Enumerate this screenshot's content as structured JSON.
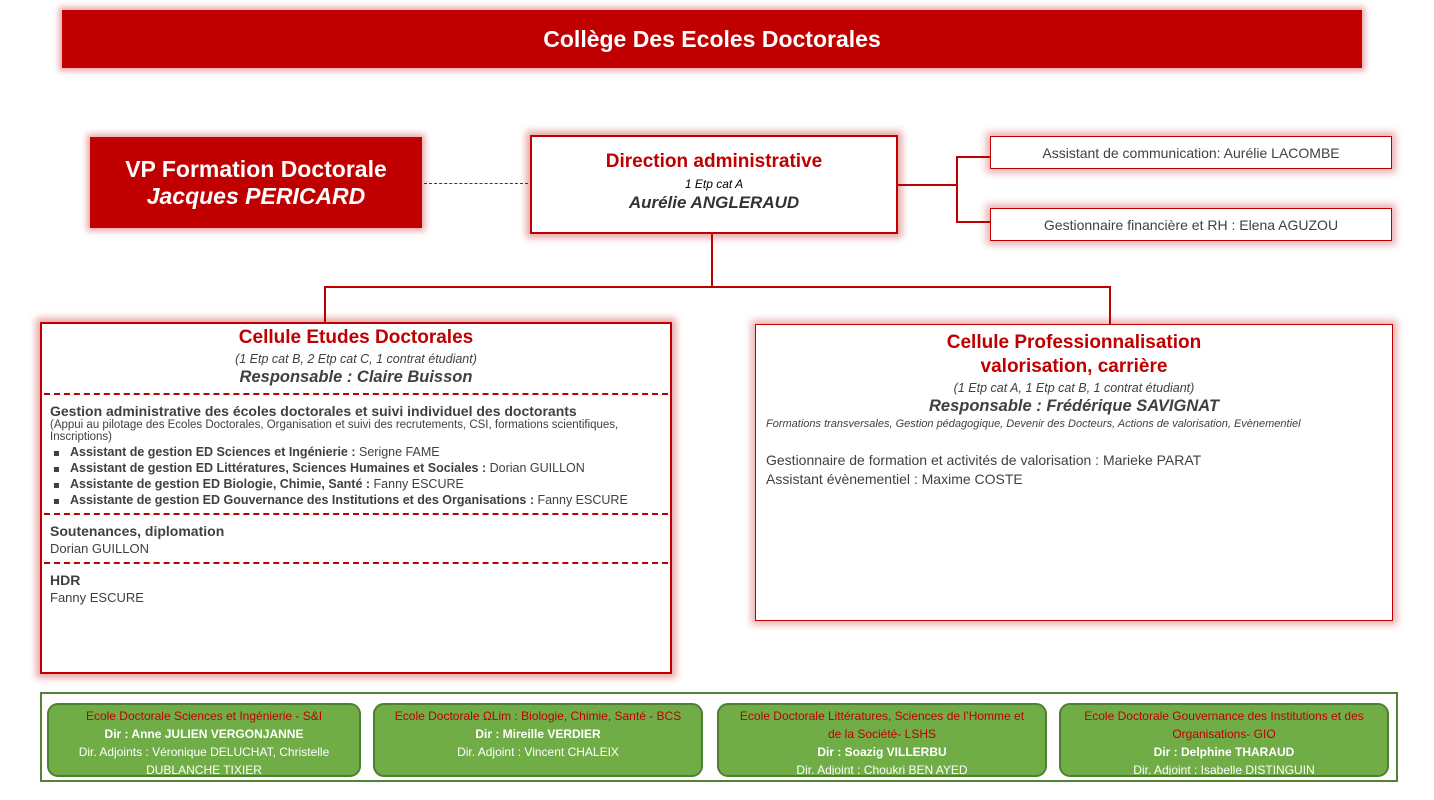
{
  "title": "Collège Des Ecoles Doctorales",
  "vp": {
    "line1": "VP Formation Doctorale",
    "line2": "Jacques PERICARD"
  },
  "direction": {
    "title": "Direction administrative",
    "staff": "1 Etp cat A",
    "name": "Aurélie ANGLERAUD"
  },
  "side": [
    "Assistant de communication: Aurélie LACOMBE",
    "Gestionnaire financière et RH : Elena AGUZOU"
  ],
  "ced": {
    "title": "Cellule Etudes Doctorales",
    "staff": "(1 Etp cat B, 2 Etp cat C, 1 contrat étudiant)",
    "resp": "Responsable : Claire Buisson",
    "s1": {
      "head": "Gestion administrative des écoles doctorales et suivi individuel des doctorants",
      "note": "(Appui au pilotage des Ecoles Doctorales, Organisation et suivi des recrutements, CSI, formations scientifiques, Inscriptions)",
      "items": [
        {
          "role": "Assistant de gestion ED Sciences et Ingénierie  :",
          "name": " Serigne FAME"
        },
        {
          "role": "Assistant de gestion ED Littératures, Sciences Humaines et Sociales :",
          "name": " Dorian GUILLON"
        },
        {
          "role": "Assistante de gestion ED Biologie, Chimie, Santé :",
          "name": " Fanny ESCURE"
        },
        {
          "role": "Assistante de gestion ED Gouvernance des Institutions et des Organisations :",
          "name": " Fanny ESCURE"
        }
      ]
    },
    "s2": {
      "head": "Soutenances, diplomation",
      "name": "Dorian GUILLON"
    },
    "s3": {
      "head": "HDR",
      "name": "Fanny ESCURE"
    }
  },
  "cpro": {
    "title1": "Cellule Professionnalisation",
    "title2": "valorisation, carrière",
    "staff": "(1 Etp cat A, 1 Etp cat B, 1 contrat étudiant)",
    "resp": "Responsable : Frédérique SAVIGNAT",
    "missions": "Formations transversales, Gestion pédagogique, Devenir des Docteurs, Actions de valorisation, Evènementiel",
    "line1": "Gestionnaire de formation et activités de valorisation : Marieke PARAT",
    "line2": "Assistant évènementiel : Maxime COSTE"
  },
  "schools": [
    {
      "name": "Ecole Doctorale Sciences et Ingénierie - S&I",
      "dir": "Dir : Anne JULIEN VERGONJANNE",
      "adj": "Dir. Adjoints : Véronique DELUCHAT, Christelle DUBLANCHE TIXIER"
    },
    {
      "name": "Ecole Doctorale ΩLim : Biologie, Chimie, Santé - BCS",
      "dir": "Dir : Mireille VERDIER",
      "adj": "Dir. Adjoint : Vincent CHALEIX"
    },
    {
      "name": "Ecole Doctorale Littératures, Sciences de l’Homme et de la Société- LSHS",
      "dir": "Dir : Soazig VILLERBU",
      "adj": "Dir. Adjoint : Choukri BEN AYED"
    },
    {
      "name": "Ecole Doctorale Gouvernance des Institutions et des Organisations- GIO",
      "dir": "Dir : Delphine THARAUD",
      "adj": "Dir. Adjoint : Isabelle DISTINGUIN"
    }
  ]
}
